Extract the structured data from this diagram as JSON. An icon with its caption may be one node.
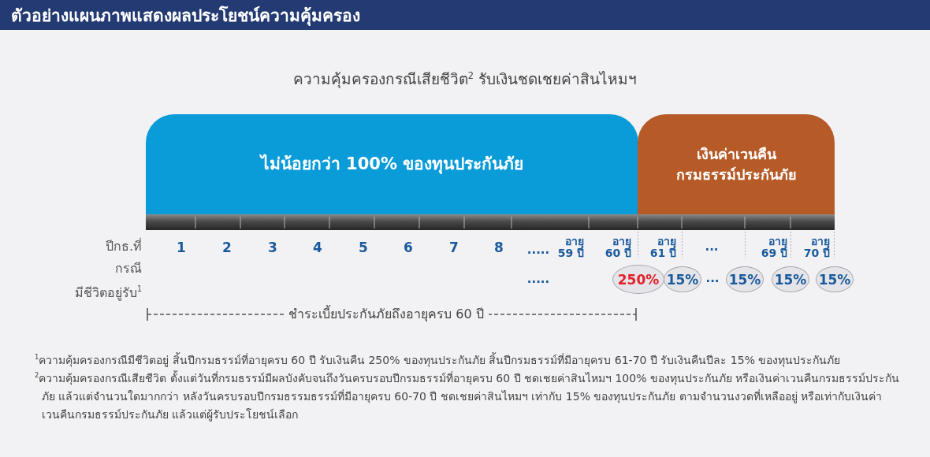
{
  "diagram": {
    "title": "ตัวอย่างแผนภาพแสดงผลประโยชน์ความคุ้มครอง",
    "nodes": [
      {
        "text": [
          "ไม่น้อยกว่า 100% ของทุนประกันภัย"
        ]
      },
      {
        "text": [
          "เงินค่าเวนคืนกรมธรรม์ประกันภัย"
        ]
      },
      {
        "text": [
          "250%"
        ]
      },
      {
        "text": [
          "15%"
        ]
      },
      {
        "text": [
          "15%"
        ]
      },
      {
        "text": [
          "15%"
        ]
      },
      {
        "text": [
          "15%"
        ]
      }
    ],
    "labels": [
      "ความคุ้มครองกรณีเสียชีวิต$^{2}$ รับเงินชดเชยค่าสินไหมฯ",
      "ปีกธ.ที่",
      "1",
      "2",
      "3",
      "4",
      "5",
      "6",
      "7",
      "8",
      ".....",
      "อายุ 59 ปี",
      "อายุ 60 ปี",
      "อายุ 61 ปี",
      "...",
      "อายุ 69 ปี",
      "อายุ 70 ปี",
      "กรณี",
      ".....",
      "...",
      "มีชีวิตอยู่รับ$^{1}$",
      "ชำระเบี้ยประกันภัยถึงอายุครบ 60 ปี",
      "$^{1}$ความคุ้มครองกรณีมีชีวิตอยู่ สิ้นปีกรมธรรม์ที่อายุครบ 60 ปี รับเงินคืน 250% ของทุนประกันภัย สิ้นปีกรมธรรม์ที่มีอายุครบ 61-70 ปี รับเงินคืนปีละ 15% ของทุนประกันภัย",
      "$^{2}$ความคุ้มครองกรณีเสียชีวิต ตั้งแต่วันที่กรมธรรม์มีผลบังคับจนถึงวันครบรอบปีกรมธรรม์ที่อายุครบ 60 ปี ชดเชยค่าสินไหมฯ 100% ของทุนประกันภัย หรือเงินค่าเวนคืนกรมธรรม์ประกันภัย แล้วแต่จำนวนใดมากกว่า หลังวันครบรอบปีกรมธรรมธรรม์ที่มีอายุครบ 60-70 ปี ชดเชยค่าสินไหมฯ เท่ากับ 15% ของทุนประกันภัย ตามจำนวนงวดที่เหลืออยู่ หรือเท่ากับเงินค่าเวนคืนกรมธรรม์ประกันภัย แล้วแต่ผู้รับประโยชน์เลือก"
    ]
  }
}
